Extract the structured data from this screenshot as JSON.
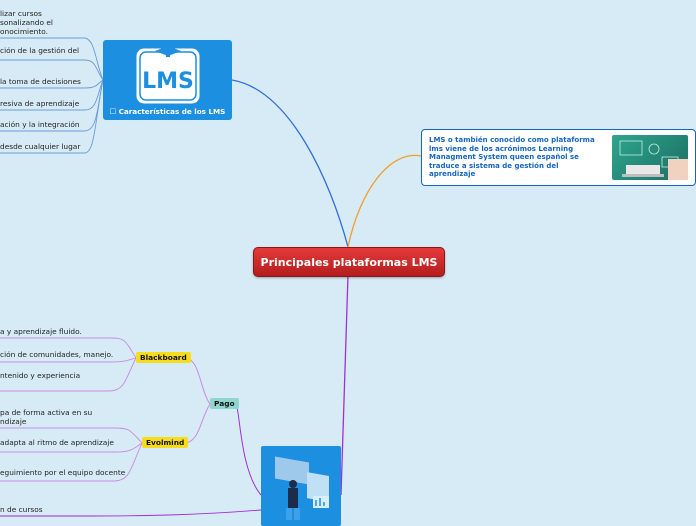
{
  "central": "Principales plataformas LMS",
  "lms_card": {
    "logo_text": "LMS",
    "caption": "☐ Características de los LMS"
  },
  "lms_features": [
    "lizar cursos\nsonalizando el\nonocimiento.",
    "ción de la gestión del",
    "la toma de decisiones",
    "resiva de aprendizaje",
    "ación y la integración",
    "desde cualquier lugar"
  ],
  "definition": {
    "text": "LMS o también conocido como plataforma\nlms viene de los acrónimos Learning\nManagment System queen español se\ntraduce a sistema de gestión del\naprendizaje"
  },
  "pago": {
    "label": "Pago",
    "blackboard": {
      "label": "Blackboard",
      "items": [
        "a y aprendizaje fluido.",
        "ción de comunidades, manejo.",
        "ntenido y experiencia"
      ]
    },
    "evolmind": {
      "label": "Evolmind",
      "items": [
        "pa de forma activa en su\nndizaje",
        "adapta al ritmo de aprendizaje",
        "eguimiento por el equipo docente"
      ]
    }
  },
  "bottom_partial": "n de cursos",
  "colors": {
    "background": "#d7ebf6",
    "central": "#d32f2f",
    "link_blue": "#2f6fd6",
    "link_orange": "#f39c28",
    "link_purple": "#a12fd6",
    "tag_yellow": "#f7dc1c",
    "tag_teal": "#8fd6cf"
  }
}
